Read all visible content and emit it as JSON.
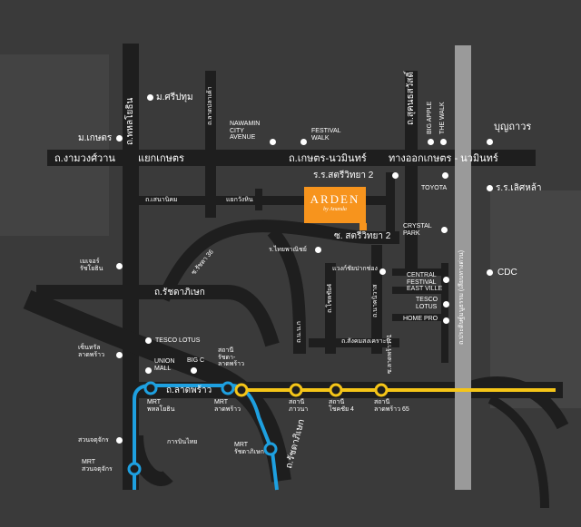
{
  "colors": {
    "background": "#3a3a3a",
    "road": "#1e1e1e",
    "bts_yellow": "#f5c518",
    "mrt_blue": "#1ea0e0",
    "expressway": "#9a9a9a",
    "pin": "#f7941d"
  },
  "project": {
    "brand": "ARDEN",
    "sub": "by Ananda",
    "icon": "location-pin-icon"
  },
  "roads": {
    "ngam_wong_wan": "ถ.งามวงศ์วาน",
    "kaset_junction": "แยกเกษตร",
    "kaset_nawamin_1": "ถ.เกษตร-นวมินทร์",
    "kaset_nawamin_2": "ทางออกเกษตร - นวมินทร์",
    "phahon_yothin": "ถ.พหลโยธิน",
    "lat_pla_khao": "ถ.ลาดปลาเค้า",
    "sukhonthasawat": "ถ.สุคนธสวัสดิ์",
    "senanikhom": "ถ.เสนานิคม",
    "wang_hin_junction": "แยกวังหิน",
    "ratchada_36": "ซ.รัชดา 36",
    "ratchadaphisek_1": "ถ.รัชดาภิเษก",
    "ratchadaphisek_2": "ถ.รัชดาภิเษก",
    "sotthi_witthaya_2": "ซ. สตรีวิทยา 2",
    "chok_chai_4_road": "ถ.โชคชัย4",
    "n_n_a": "ถ.น.น.ก",
    "nak_niwat": "ถ.นาคนิวาส",
    "lat_phrao": "ถ.ลาดพร้าว",
    "sangkhom_songkhro": "ถ.สังคมสงเคราะห์",
    "lat_phrao_71": "ซ.ลาดพร้าว71",
    "expressway": "ถ.ประดิษฐ์มนูธรรม (เลียบทางด่วน)"
  },
  "places": {
    "kasetsart_univ": "ม.เกษตร",
    "sripatum_univ": "ม.ศรีปทุม",
    "nawamin_city_avenue": "NAWAMIN\nCITY\nAVENUE",
    "festival_walk": "FESTIVAL\nWALK",
    "big_apple": "BIG APPLE",
    "the_walk": "THE WALK",
    "bunkawon": "บุญถาวร",
    "sotthi_school": "ร.ร.สตรีวิทยา 2",
    "toyota": "TOYOTA",
    "lertla_school": "ร.ร.เลิศหล้า",
    "crystal_park": "CRYSTAL\nPARK",
    "thai_commerce_univ": "ร.ไทยพาณิชย์",
    "chok_chai_clock": "แวงก์ชัยปากช่อง",
    "major_ratchayothin": "เมเจอร์\nรัชโยธิน",
    "central_festival": "CENTRAL\nFESTIVAL\nEAST VILLE",
    "cdc": "CDC",
    "tesco_lotus_1": "TESCO\nLOTUS",
    "home_pro": "HOME PRO",
    "tesco_lotus_2": "TESCO LOTUS",
    "central_ladprao": "เซ็นทรัล\nลาดพร้าว",
    "union_mall": "UNION\nMALL",
    "big_c": "BIG C",
    "chatuchak_park": "สวนจตุจักร",
    "thai_airways": "การบินไทย"
  },
  "stations": {
    "ratchada_ladprao": "สถานี\nรัชดา-\nลาดพร้าว",
    "mrt_phahon": "MRT\nพหลโยธิน",
    "mrt_ladprao": "MRT\nลาดพร้าว",
    "phawana": "สถานี\nภาวนา",
    "chok_chai_4": "สถานี\nโชคชัย 4",
    "ladprao_65": "สถานี\nลาดพร้าว 65",
    "mrt_ratchada": "MRT\nรัชดาภิเษก",
    "mrt_chatuchak": "MRT\nสวนจตุจักร"
  }
}
